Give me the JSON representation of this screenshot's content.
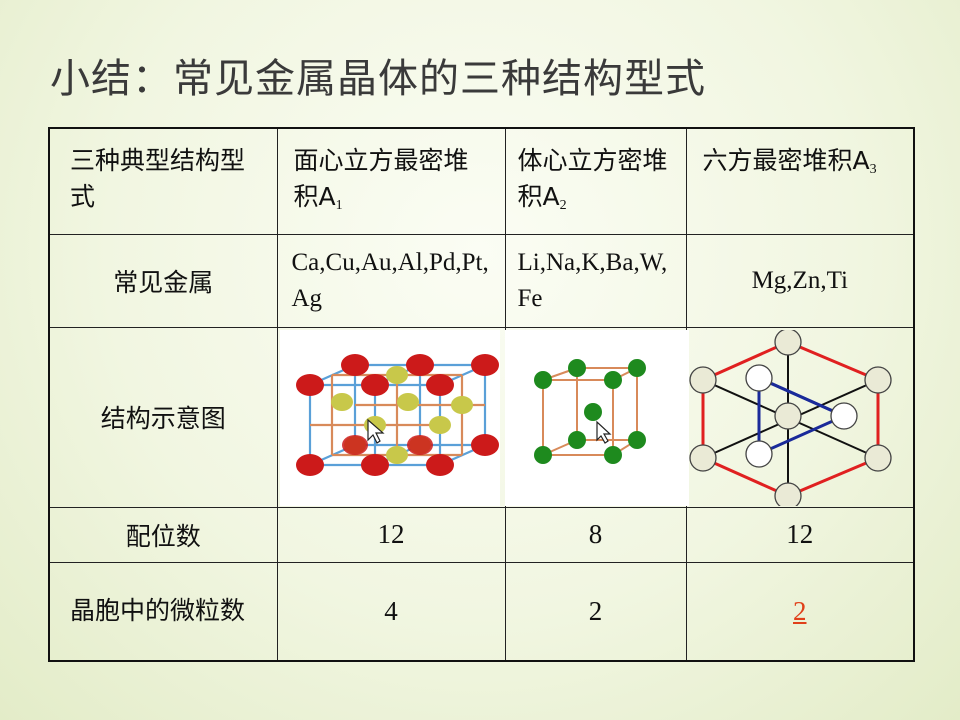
{
  "title": "小结：常见金属晶体的三种结构型式",
  "table": {
    "header": {
      "row_label": "三种典型结构型式",
      "col1": {
        "text": "面心立方最密堆积A",
        "sub": "1"
      },
      "col2": {
        "text": "体心立方密堆积A",
        "sub": "2"
      },
      "col3": {
        "text": "六方最密堆积A",
        "sub": "3"
      }
    },
    "metals": {
      "label": "常见金属",
      "col1": "Ca,Cu,Au,Al,Pd,Pt,Ag",
      "col2": "Li,Na,K,Ba,W,Fe",
      "col3": "Mg,Zn,Ti"
    },
    "diagram": {
      "label": "结构示意图"
    },
    "coordination": {
      "label": "配位数",
      "col1": "12",
      "col2": "8",
      "col3": "12"
    },
    "particles": {
      "label": "晶胞中的微粒数",
      "col1": "4",
      "col2": "2",
      "col3": "2"
    }
  },
  "colors": {
    "fcc_corner": "#cc1a1a",
    "fcc_face": "#c8c84a",
    "bcc_atom": "#1e8a1e",
    "hcp_outer": "#e02020",
    "hcp_inner": "#1a2a9a"
  }
}
